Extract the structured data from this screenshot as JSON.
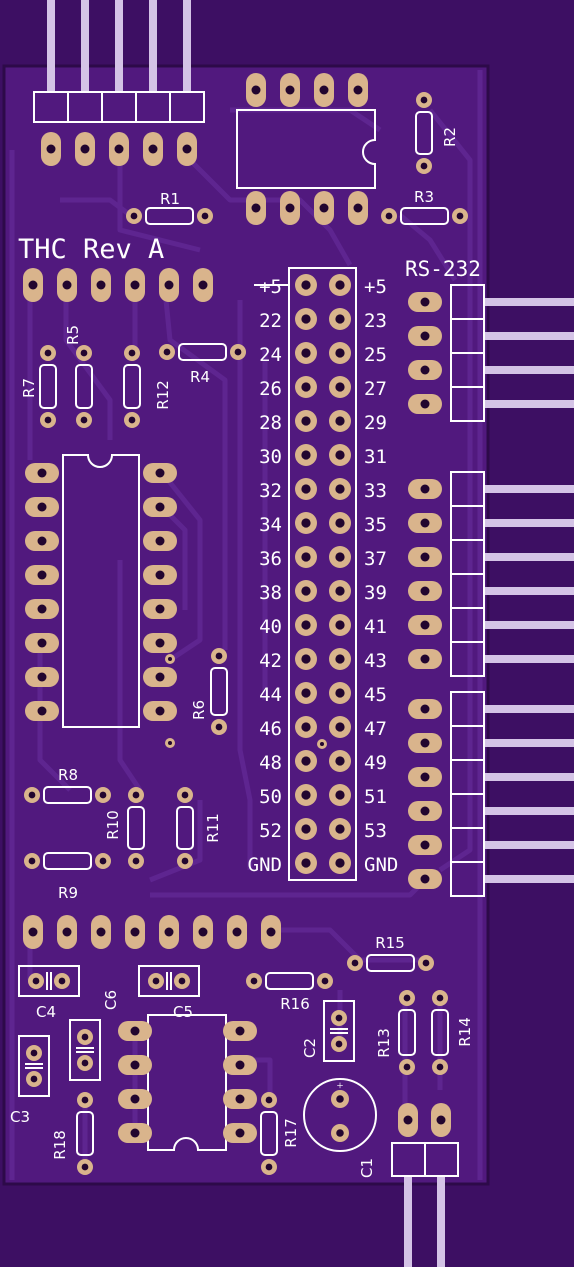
{
  "colors": {
    "background": "#3d0f63",
    "board": "#51197e",
    "trace": "#5e2590",
    "pad": "#d9b48c",
    "hole": "#22062f",
    "silkscreen": "#ffffff",
    "header_pin": "#d4c3e6"
  },
  "board_title": "THC Rev A",
  "connector_label": "RS-232",
  "pin_labels_left": [
    "+5",
    "22",
    "24",
    "26",
    "28",
    "30",
    "32",
    "34",
    "36",
    "38",
    "40",
    "42",
    "44",
    "46",
    "48",
    "50",
    "52",
    "GND"
  ],
  "pin_labels_right": [
    "+5",
    "23",
    "25",
    "27",
    "29",
    "31",
    "33",
    "35",
    "37",
    "39",
    "41",
    "43",
    "45",
    "47",
    "49",
    "51",
    "53",
    "GND"
  ],
  "references": {
    "R1": "R1",
    "R2": "R2",
    "R3": "R3",
    "R4": "R4",
    "R5": "R5",
    "R6": "R6",
    "R7": "R7",
    "R8": "R8",
    "R9": "R9",
    "R10": "R10",
    "R11": "R11",
    "R12": "R12",
    "R13": "R13",
    "R14": "R14",
    "R15": "R15",
    "R16": "R16",
    "R17": "R17",
    "R18": "R18",
    "C1": "C1",
    "C2": "C2",
    "C3": "C3",
    "C4": "C4",
    "C5": "C5",
    "C6": "C6"
  }
}
